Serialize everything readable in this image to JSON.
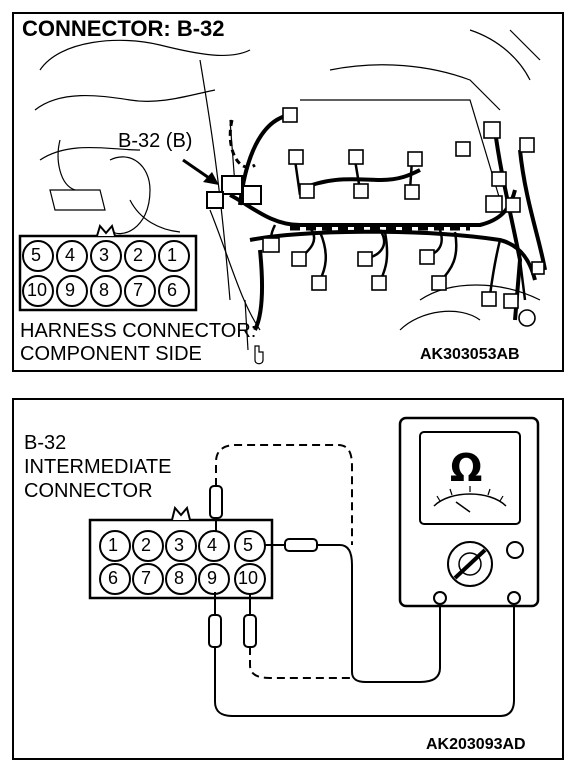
{
  "top_panel": {
    "title": "CONNECTOR: B-32",
    "callout": "B-32 (B)",
    "caption_line1": "HARNESS CONNECTOR:",
    "caption_line2": "COMPONENT SIDE",
    "code": "AK303053AB",
    "connector_pins_row1": [
      "5",
      "4",
      "3",
      "2",
      "1"
    ],
    "connector_pins_row2": [
      "10",
      "9",
      "8",
      "7",
      "6"
    ]
  },
  "bottom_panel": {
    "label_line1": "B-32",
    "label_line2": "INTERMEDIATE",
    "label_line3": "CONNECTOR",
    "connector_pins_row1": [
      "1",
      "2",
      "3",
      "4",
      "5"
    ],
    "connector_pins_row2": [
      "6",
      "7",
      "8",
      "9",
      "10"
    ],
    "meter_symbol": "Ω",
    "code": "AK203093AD"
  }
}
